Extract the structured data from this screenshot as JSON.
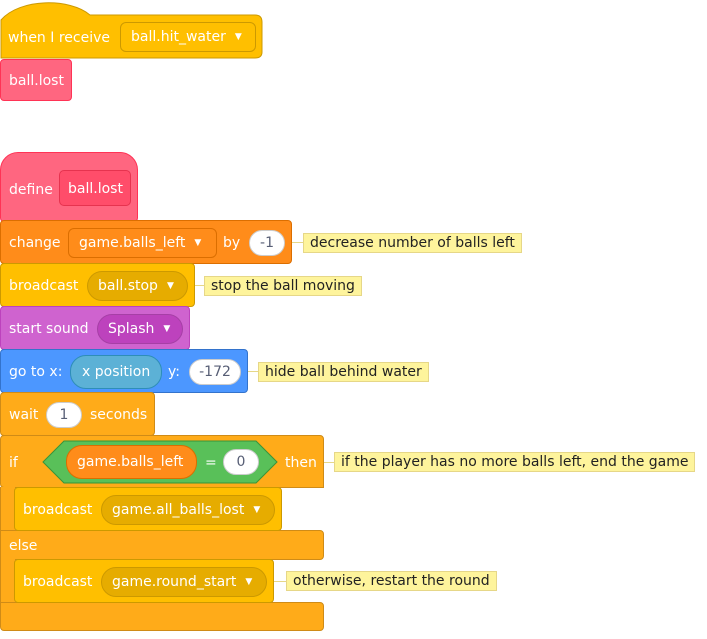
{
  "script1": {
    "hat_label": "when I receive",
    "hat_message": "ball.hit_water",
    "call_block": "ball.lost"
  },
  "script2": {
    "define_label": "define",
    "define_name": "ball.lost",
    "change": {
      "label": "change",
      "variable": "game.balls_left",
      "by_label": "by",
      "value": "-1",
      "comment": "decrease number of balls left"
    },
    "broadcast1": {
      "label": "broadcast",
      "message": "ball.stop",
      "comment": "stop the ball moving"
    },
    "sound": {
      "label": "start sound",
      "value": "Splash"
    },
    "goto": {
      "label": "go to x:",
      "x_value": "x position",
      "y_label": "y:",
      "y_value": "-172",
      "comment": "hide ball behind water"
    },
    "wait": {
      "label": "wait",
      "value": "1",
      "suffix": "seconds"
    },
    "if_else": {
      "if_label": "if",
      "condition_var": "game.balls_left",
      "operator": "=",
      "compare_value": "0",
      "then_label": "then",
      "comment": "if the player has no more balls left, end the game",
      "then_broadcast": {
        "label": "broadcast",
        "message": "game.all_balls_lost"
      },
      "else_label": "else",
      "else_broadcast": {
        "label": "broadcast",
        "message": "game.round_start",
        "comment": "otherwise, restart the round"
      }
    }
  },
  "icons": {
    "dropdown": "▼"
  },
  "colors": {
    "events": "#FFBF00",
    "custom": "#FF6680",
    "variables": "#FF8C1A",
    "sound": "#CF63CF",
    "motion": "#4C97FF",
    "control": "#FFAB19",
    "operators": "#59C059",
    "comment": "#FEF49C"
  }
}
